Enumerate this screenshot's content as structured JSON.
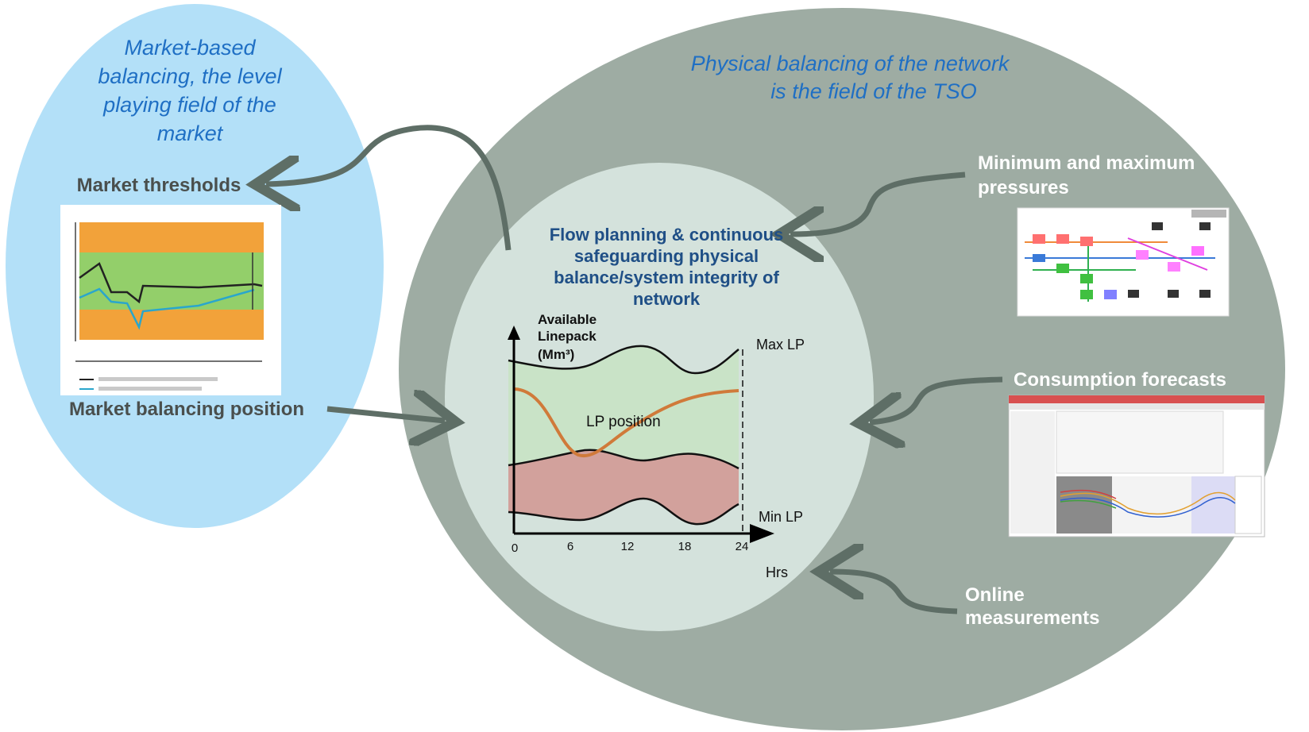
{
  "market_ellipse": {
    "title": "Market-based balancing, the level playing field of the market",
    "thresholds_label": "Market thresholds",
    "position_label": "Market balancing position"
  },
  "tso_ellipse": {
    "title_line1": "Physical balancing of the network",
    "title_line2": "is the field of the TSO"
  },
  "center": {
    "title": "Flow planning & continuous safeguarding physical balance/system integrity of network"
  },
  "inputs": {
    "pressures_line1": "Minimum and maximum",
    "pressures_line2": "pressures",
    "forecasts": "Consumption forecasts",
    "online_line1": "Online",
    "online_line2": "measurements"
  },
  "linepack_chart": {
    "ylabel_line1": "Available",
    "ylabel_line2": "Linepack",
    "ylabel_line3": "(Mm³)",
    "max_label": "Max LP",
    "min_label": "Min LP",
    "position_label": "LP position",
    "xlabel": "Hrs",
    "x_ticks": [
      "0",
      "6",
      "12",
      "18",
      "24"
    ]
  },
  "colors": {
    "market_ellipse": "#b3e0f8",
    "tso_ellipse": "#9eaca3",
    "inner_circle": "#d4e2dc",
    "arrow": "#5e6e66",
    "green_zone": "#c9e3c7",
    "red_zone": "#d2a19c",
    "lp_curve": "#d07a3a",
    "threshold_orange": "#f2a23a",
    "threshold_green": "#93cf6a"
  }
}
